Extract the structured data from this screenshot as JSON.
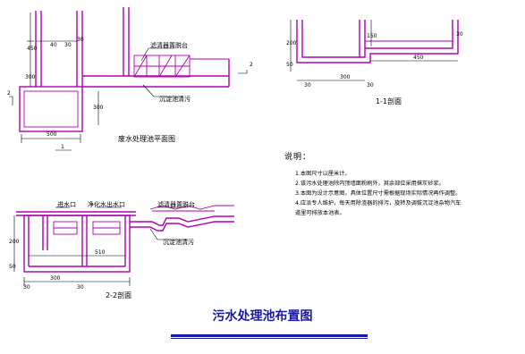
{
  "plan": {
    "title": "废水处理池平面图",
    "label_filter": "滤清器置脱台",
    "label_drain": "沉淀池清污",
    "dim_top_40": "40",
    "dim_top_30a": "30",
    "dim_top_30b": "30",
    "dim_left_450": "450",
    "dim_left_300": "300",
    "dim_right_300": "300",
    "dim_bottom_500": "500",
    "marker_2": "2",
    "marker_1": "1",
    "marker_2b": "2"
  },
  "section11": {
    "title": "1-1剖面",
    "dim_200": "200",
    "dim_150": "150",
    "dim_30_right": "30",
    "dim_50": "50",
    "dim_30a": "30",
    "dim_300": "300",
    "dim_30b": "30",
    "dim_450": "450"
  },
  "section22": {
    "title": "2-2剖面",
    "label_inlet": "进水口",
    "label_outlet": "净化水出水口",
    "label_filter": "滤清器置脱台",
    "label_drain": "沉淀池清污",
    "dim_200": "200",
    "dim_50": "50",
    "dim_510": "510",
    "dim_300": "300",
    "dim_30a": "30",
    "dim_30b": "30"
  },
  "notes": {
    "heading": "说明：",
    "items": [
      "1.本图尺寸以厘米计。",
      "2.该污水处理池除内顶墙面粉刷外，其余部位采用抹灰砂浆。",
      "3.本图为设计示意图，具体位置尺寸需根据现场实际情况再作调整。",
      "4.应派专人维护，每天用除渣器的排污，旋转及调拔沉淀池杂物汽车",
      "道里可排放本池表。"
    ]
  },
  "main_title": "污水处理池布置图",
  "colors": {
    "wall": "#b000b0",
    "title": "#1a1aa0",
    "dims": "#000000"
  }
}
